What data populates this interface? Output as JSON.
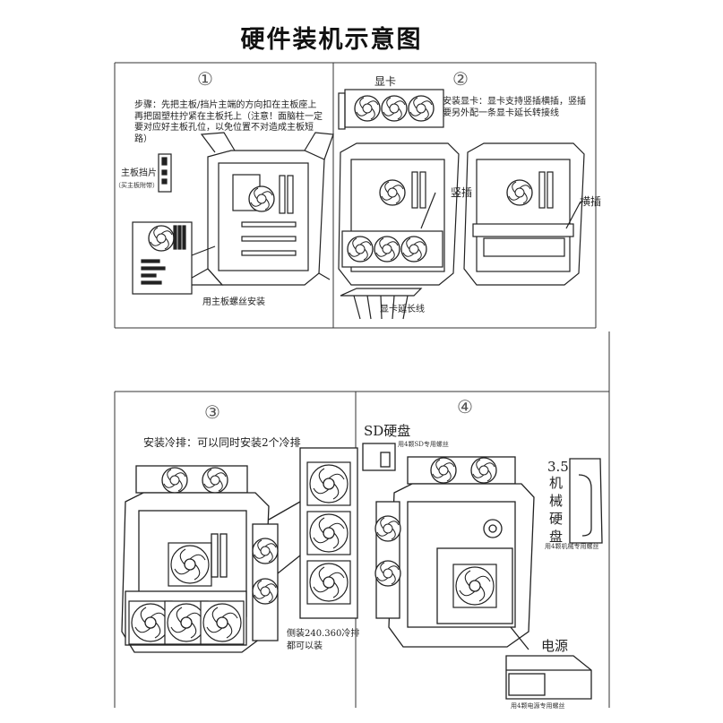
{
  "title": "硬件装机示意图",
  "panels": [
    {
      "number": "①",
      "step_text": "步骤：先把主板/挡片主端的方向扣在主板座上再把固塑柱拧紧在主板托上（注意！面脑柱一定要对应好主板孔位，以免位置不对造成主板短路）",
      "io_shield_label": "主板挡片",
      "io_shield_sub": "（买主板附带）",
      "mb_screw_label": "用主板螺丝安装"
    },
    {
      "number": "②",
      "gpu_label": "显卡",
      "gpu_text": "安装显卡：显卡支持竖插横插，竖插要另外配一条显卡延长转接线",
      "vertical_label": "竖插",
      "horizontal_label": "横插",
      "riser_label": "显卡延长线"
    },
    {
      "number": "③",
      "radiator_text": "安装冷排：可以同时安装2个冷排",
      "side_text_1": "侧装240.360冷排",
      "side_text_2": "都可以装"
    },
    {
      "number": "④",
      "ssd_label": "SD硬盘",
      "ssd_sub": "用4颗SD专用螺丝",
      "hdd_label_chars": [
        "3.5",
        "机",
        "械",
        "硬",
        "盘"
      ],
      "hdd_sub": "用4颗机械专用螺丝",
      "psu_label": "电源",
      "psu_sub": "用4颗电源专用螺丝"
    }
  ]
}
